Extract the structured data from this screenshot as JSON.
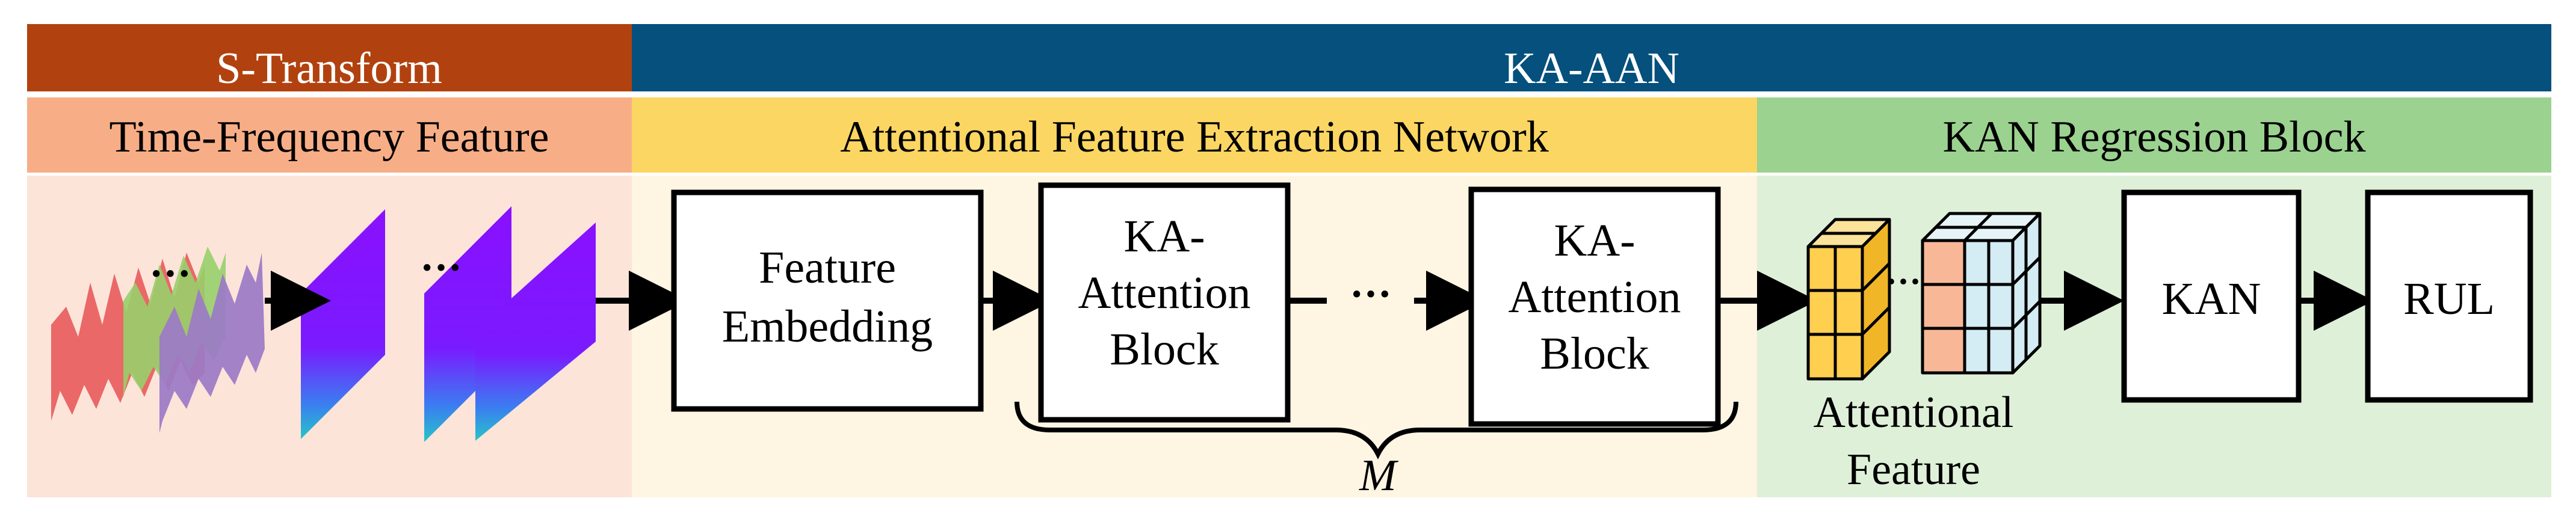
{
  "headers": {
    "s_transform": "S-Transform",
    "ka_aan": "KA-AAN",
    "time_freq": "Time-Frequency Feature",
    "afen": "Attentional Feature Extraction Network",
    "kan_block": "KAN Regression Block"
  },
  "blocks": {
    "feature_embedding": [
      "Feature",
      "Embedding"
    ],
    "ka_attention_1": [
      "KA-",
      "Attention",
      "Block"
    ],
    "ka_attention_2": [
      "KA-",
      "Attention",
      "Block"
    ],
    "kan": "KAN",
    "rul": "RUL"
  },
  "labels": {
    "attentional_feature": [
      "Attentional",
      "Feature"
    ],
    "m": "M",
    "dots": "···"
  },
  "colors": {
    "s_transform_bar": "#b1420f",
    "ka_aan_bar": "#05507c",
    "time_freq_band": "#f7ae87",
    "time_freq_bg": "#fde4d9",
    "afen_band": "#fbd662",
    "afen_bg": "#fef5e3",
    "kan_band": "#9bd290",
    "kan_bg": "#dff0d9",
    "cube_yellow": "#ffcf4f",
    "cube_salmon": "#f8b898",
    "cube_blue": "#d4ecf4",
    "spectrogram": "#8a10ff",
    "wave_red": "#e85a5a",
    "wave_green": "#98cf6a",
    "wave_purple": "#9b7ac7"
  }
}
